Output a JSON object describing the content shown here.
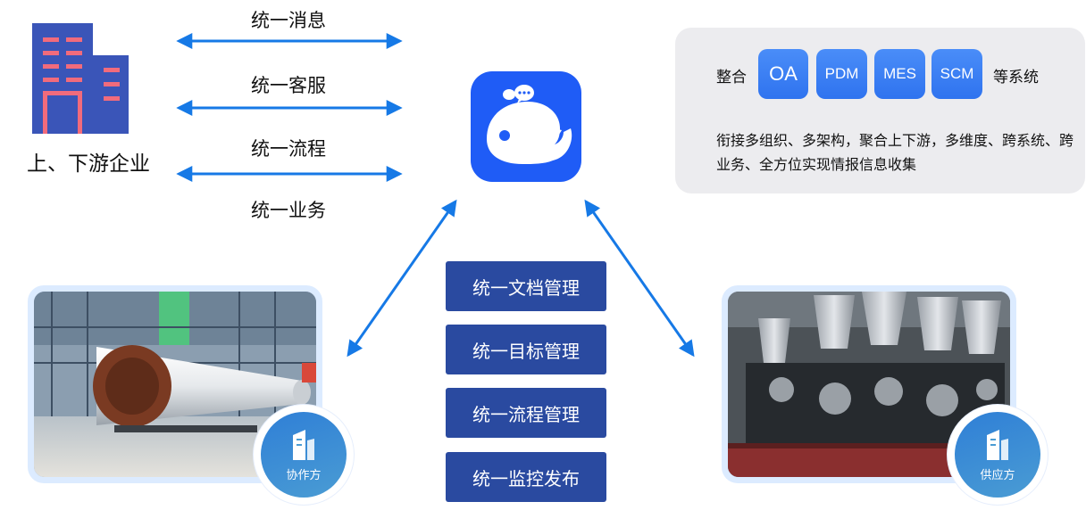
{
  "enterprise": {
    "label": "上、下游企业",
    "icon": "building-icon"
  },
  "unified_channels": [
    "统一消息",
    "统一客服",
    "统一流程",
    "统一业务"
  ],
  "app": {
    "icon": "whale-chat-icon"
  },
  "systems": {
    "prefix": "整合",
    "chips": [
      "OA",
      "PDM",
      "MES",
      "SCM"
    ],
    "suffix": "等系统",
    "description": "衔接多组织、多架构，聚合上下游，多维度、跨系统、跨业务、全方位实现情报信息收集"
  },
  "management": [
    "统一文档管理",
    "统一目标管理",
    "统一流程管理",
    "统一监控发布"
  ],
  "partners": [
    {
      "label": "协作方",
      "image": "rocket-assembly-photo"
    },
    {
      "label": "供应方",
      "image": "rocket-engines-photo"
    }
  ],
  "colors": {
    "arrow": "#1679e6",
    "app": "#1f5cf6",
    "mgmt": "#2a4aa0",
    "chip": "#3b80f3",
    "panel": "#ececef"
  }
}
